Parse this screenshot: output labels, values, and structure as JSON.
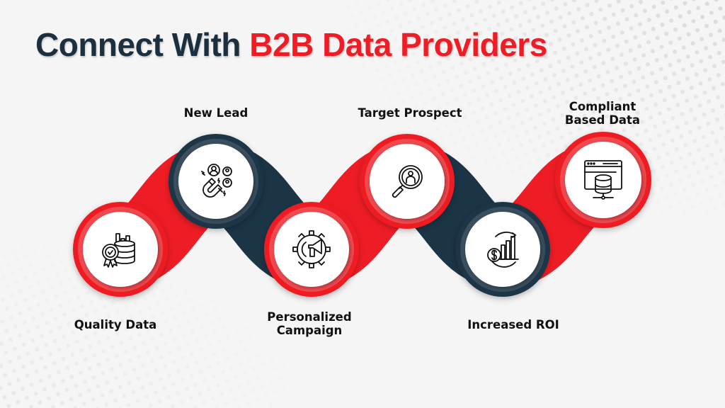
{
  "header": {
    "title_part1": "Connect With ",
    "title_part2": "B2B Data Providers"
  },
  "colors": {
    "primary_red": "#ee1c24",
    "dark_navy": "#1b3446",
    "title_dark": "#1b2f3f",
    "background": "#f5f5f5"
  },
  "steps": [
    {
      "label_line1": "Quality Data",
      "label_line2": "",
      "icon": "quality-data-icon",
      "ring": "red",
      "position": "bottom"
    },
    {
      "label_line1": "New Lead",
      "label_line2": "",
      "icon": "magnet-lead-icon",
      "ring": "dark",
      "position": "top"
    },
    {
      "label_line1": "Personalized",
      "label_line2": "Campaign",
      "icon": "gear-megaphone-icon",
      "ring": "red",
      "position": "bottom"
    },
    {
      "label_line1": "Target Prospect",
      "label_line2": "",
      "icon": "magnifier-person-icon",
      "ring": "red",
      "position": "top"
    },
    {
      "label_line1": "Increased ROI",
      "label_line2": "",
      "icon": "dollar-growth-chart-icon",
      "ring": "dark",
      "position": "bottom"
    },
    {
      "label_line1": "Compliant",
      "label_line2": "Based Data",
      "icon": "browser-database-icon",
      "ring": "red",
      "position": "top"
    }
  ]
}
